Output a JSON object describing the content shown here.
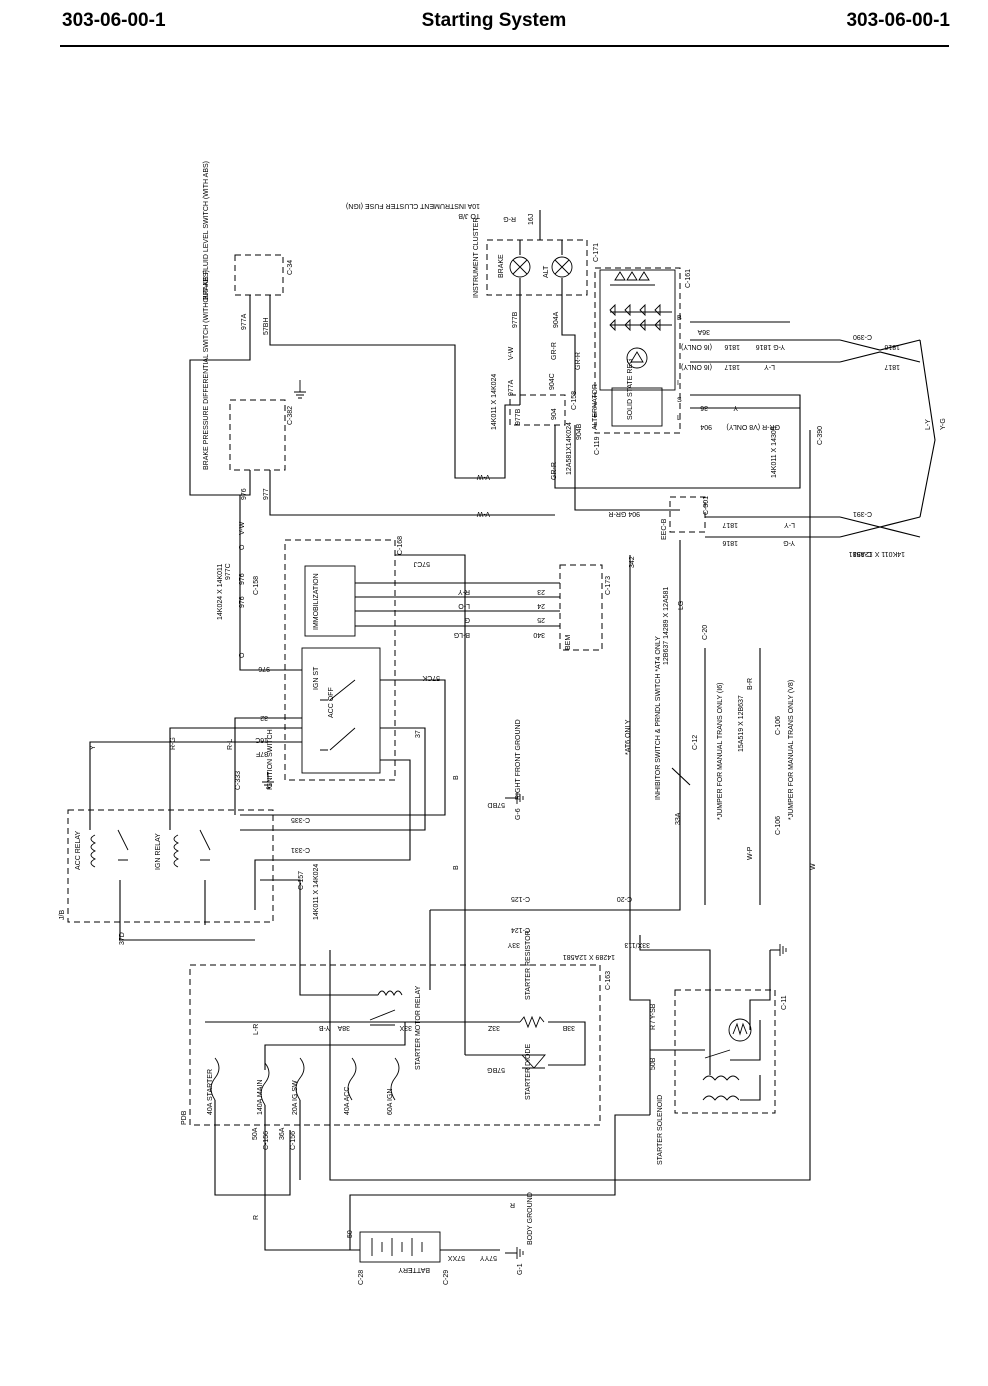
{
  "header": {
    "left": "303-06-00-1",
    "center": "Starting System",
    "right": "303-06-00-1"
  },
  "labels": {
    "fuse_ign": "10A INSTRUMENT CLUSTER FUSE (IGN)",
    "to_jb": "TO J/B",
    "rg_top": "R-G",
    "w16j": "16J",
    "c171": "C-171",
    "brake": "BRAKE",
    "alt": "ALT",
    "inst_cluster": "INSTRUMENT CLUSTER",
    "w977b": "977B",
    "w904a": "904A",
    "vw1": "V-W",
    "grr1": "GR-R",
    "grr2": "GR-R",
    "harn1": "14K011 X 14K024",
    "w977a_c": "977A",
    "w977b2": "977B",
    "c158a": "C-158",
    "w904c": "904C",
    "w904": "904",
    "w904b": "904B",
    "harn2": "12A581X14K024",
    "c119": "C-119",
    "grr3": "GR-R",
    "alternator": "ALTERNATOR",
    "solid_state": "SOLID STATE REG",
    "c161": "C-161",
    "b_term": "B",
    "w36a": "36A",
    "i_term": "I",
    "s_term": "S",
    "l_term": "L",
    "y36": "36",
    "y_lab": "Y",
    "w904r": "904",
    "grr_v8": "GR-R (V8 ONLY)",
    "harn3": "14K011 X 14305",
    "c390a": "C-390",
    "c390b": "C-390",
    "w1816a": "1816",
    "i6only1": "(I6 ONLY)",
    "yg1816": "Y-G  1816",
    "w1816b": "1816",
    "w1817a": "1817",
    "i6only2": "(I6 ONLY)",
    "w1817b": "1817",
    "ly1817": "L-Y",
    "ly_right": "L-Y",
    "yg_right": "Y-G",
    "brake_fluid": "BRAKE FLUID LEVEL SWITCH (WITH ABS)",
    "c34": "C-34",
    "w977a": "977A",
    "w57bh": "57BH",
    "brake_press": "BRAKE PRESSURE DIFFERENTIAL SWITCH (WITHOUT ABS)",
    "c382": "C-382",
    "w976": "976",
    "w977": "977",
    "vw2": "V-W",
    "vw3": "V-W",
    "vw4": "V-W",
    "o1": "O",
    "harn4": "14K024 X 14K011",
    "w977c": "977C",
    "w976b": "976",
    "c158b": "C-158",
    "w976c": "976",
    "o2": "O",
    "w976d": "976",
    "w904grr": "904  GR-R",
    "eec_b": "EEC-B",
    "c301": "C-301",
    "c391a": "C-391",
    "c391b": "C-391",
    "harn5": "14K011 X 12A581",
    "ly2": "L-Y",
    "yg2": "Y-G",
    "w1817c": "1817",
    "w1816c": "1816",
    "c168": "C-168",
    "w57cj": "57CJ",
    "immob": "IMMOBILIZATION",
    "ry23": "R-Y",
    "lo24": "L-O",
    "g25": "G",
    "bo340": "B-LG",
    "n23": "23",
    "n24": "24",
    "n25": "25",
    "n340": "340",
    "c173": "C-173",
    "bem": "BEM",
    "w342": "342",
    "at6": "*AT6 ONLY",
    "lg1": "LG",
    "c20": "C-20",
    "harn6": "12B637 14289 X 12A581",
    "ign_st": "IGN ST",
    "acc_off": "ACC OFF",
    "ign_switch": "IGNITION SWITCH",
    "w57ck": "57CK",
    "w32": "32",
    "w16c": "16C",
    "w37f": "37F",
    "w37": "37",
    "rl1": "R-L",
    "rg2": "R-G",
    "y1": "Y",
    "c333": "C-333",
    "right_front_gnd": "RIGHT FRONT GROUND",
    "g6": "G-6",
    "w57bd": "57BD",
    "inhibitor": "INHIBITOR SWITCH & PRNDL SWITCH *AT4 ONLY",
    "c12": "C-12",
    "w33a": "33A",
    "jumper_i6": "*JUMPER FOR MANUAL TRANS ONLY (I6)",
    "jumper_v8": "*JUMPER FOR MANUAL TRANS ONLY (V8)",
    "harn7": "15A519 X 12B637",
    "c106a": "C-106",
    "c106b": "C-106",
    "br": "B-R",
    "wp": "W-P",
    "acc_relay": "ACC RELAY",
    "ign_relay": "IGN RELAY",
    "jb": "J/B",
    "c335": "C-335",
    "c331": "C-331",
    "c157": "C-157",
    "harn8": "14K011 X 14K024",
    "c125": "C-125",
    "c124": "C-124",
    "c20b": "C-20",
    "w33x": "33X",
    "w33y": "33Y",
    "harn9": "14289 X 12A581",
    "w33xi13": "33X/113",
    "w37d": "37D",
    "starter_resistor": "STARTER RESISTOR",
    "starter_diode": "STARTER DIODE",
    "starter_motor_relay": "STARTER MOTOR RELAY",
    "w38a": "38A",
    "yb": "Y-B",
    "lr": "L-R",
    "w33z": "33Z",
    "w33b": "33B",
    "w57bg": "57BG",
    "c163": "C-163",
    "ry_sb": "R / Y-SB",
    "w50b": "50B",
    "starter_solenoid": "STARTER SOLENOID",
    "c11": "C-11",
    "pdb": "PDB",
    "f40a": "40A STARTER",
    "f140a": "140A MAIN",
    "f20a": "20A IG SW",
    "f40a2": "40A ACC",
    "f60a": "60A IGN",
    "c156a": "C-156",
    "c156b": "C-156",
    "w50a": "50A",
    "w36a2": "36A",
    "battery": "BATTERY",
    "c28": "C-28",
    "c29": "C-29",
    "w50": "50",
    "w57xx": "57XX",
    "w57yy": "57YY",
    "body_ground": "BODY GROUND",
    "g1": "G-1",
    "r_bot": "R",
    "r_left": "R",
    "b1": "B",
    "b2": "B",
    "w_right": "W"
  }
}
